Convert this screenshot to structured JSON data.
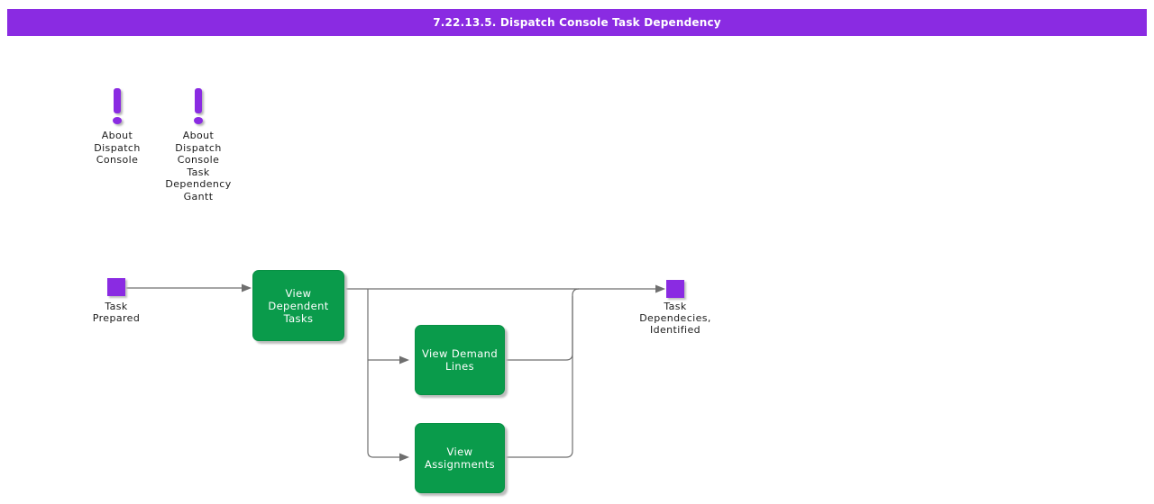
{
  "title": "7.22.13.5. Dispatch Console Task Dependency",
  "colors": {
    "accent_purple": "#8A2BE2",
    "activity_green": "#0A9B4B",
    "connector_gray": "#6F6F6F"
  },
  "icons": {
    "note_icon": "exclamation-mark"
  },
  "notes": [
    {
      "label": "About\nDispatch\nConsole"
    },
    {
      "label": "About\nDispatch\nConsole\nTask\nDependency\nGantt"
    }
  ],
  "flow": {
    "start": {
      "label": "Task\nPrepared"
    },
    "activities": [
      {
        "label": "View Dependent\nTasks"
      },
      {
        "label": "View Demand\nLines"
      },
      {
        "label": "View\nAssignments"
      }
    ],
    "end": {
      "label": "Task\nDependecies,\nIdentified"
    }
  }
}
